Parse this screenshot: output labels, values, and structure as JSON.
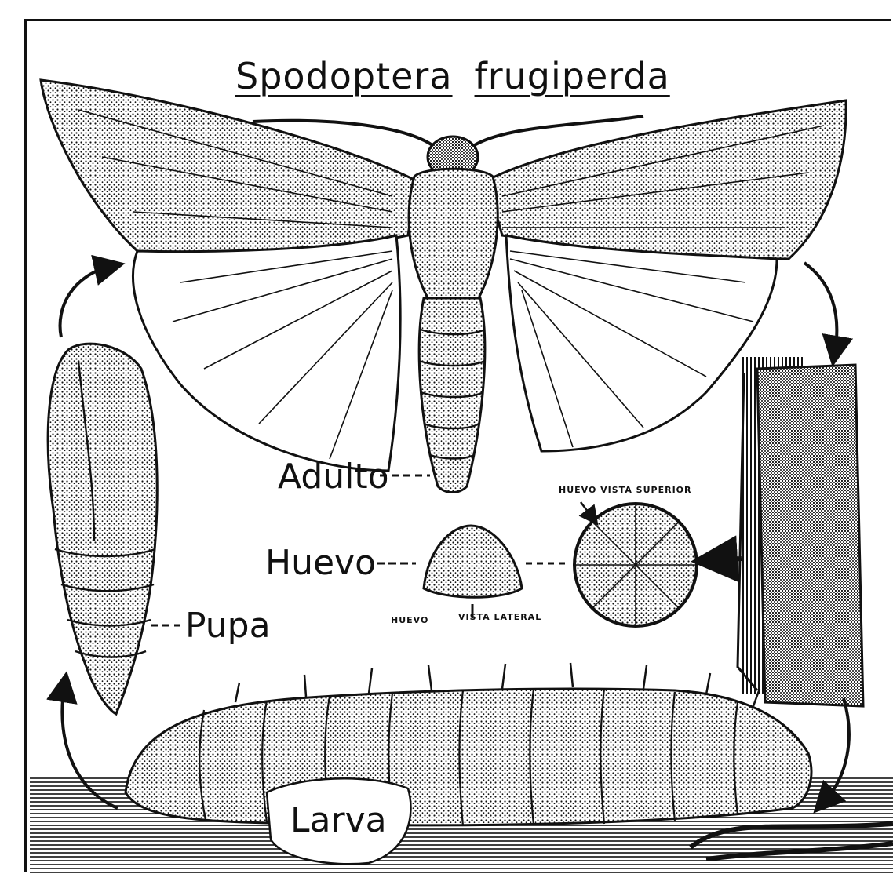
{
  "title": {
    "genus": "Spodoptera",
    "species": "frugiperda"
  },
  "labels": {
    "adult": "Adulto",
    "egg": "Huevo",
    "pupa": "Pupa",
    "larva": "Larva",
    "egg_top_view": "HUEVO VISTA SUPERIOR",
    "egg_side_word": "HUEVO",
    "egg_side_view": "VISTA LATERAL"
  }
}
